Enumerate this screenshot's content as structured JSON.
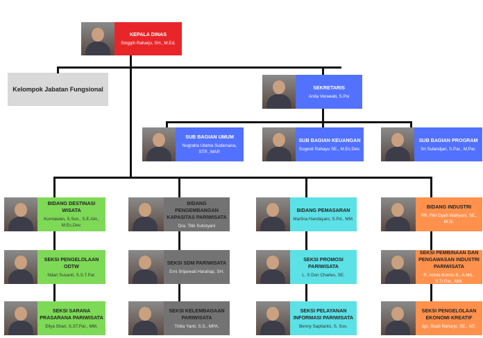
{
  "colors": {
    "kepala": "#e8262a",
    "sekretariat": "#5271ff",
    "destinasi": "#7ed957",
    "pengembangan": "#737373",
    "pemasaran": "#5ce1e6",
    "industri": "#ff914d",
    "fungsional": "#d9d9d9"
  },
  "kepala": {
    "title": "KEPALA DINAS",
    "name": "Singgih Raharjo, SH., M.Ed."
  },
  "fungsional": {
    "title": "Kelompok Jabatan Fungsional"
  },
  "sekretaris": {
    "title": "SEKRETARIS",
    "name": "Anita Verawati, S.Psi"
  },
  "sub_bagian": [
    {
      "title": "SUB BAGIAN UMUM",
      "name": "Nugraha Utama Sudarsana, STP., MAP."
    },
    {
      "title": "SUB BAGIAN KEUANGAN",
      "name": "Sugesti Rahayu SE., M.Ec.Dev."
    },
    {
      "title": "SUB BAGIAN PROGRAM",
      "name": "Sri Sulandjari, S.Par., M.Par."
    }
  ],
  "bidang": [
    {
      "units": [
        {
          "title": "BIDANG DESTINASI WISATA",
          "name": "Kurniawan, S.Sos., S.E.Akt., M.Ec.Dev."
        },
        {
          "title": "SEKSI PENGELOLAAN ODTW",
          "name": "Ndari Susanti, S.S.T.Par."
        },
        {
          "title": "SEKSI SARANA PRASARANA PARIWISATA",
          "name": "Ellya Shari, S.ST.Par., MM."
        }
      ]
    },
    {
      "units": [
        {
          "title": "BIDANG PENGEMBANGAN KAPASITAS PARIWISATA",
          "name": "Dra. Titik Sulistyani"
        },
        {
          "title": "SEKSI SDM PARIWISATA",
          "name": "Erni Srijarwati Harahap, SH."
        },
        {
          "title": "SEKSI KELEMBAGAAN PARIWISATA",
          "name": "Trilita Yanti, S.S., MPA."
        }
      ]
    },
    {
      "units": [
        {
          "title": "BIDANG PEMASARAN",
          "name": "Marlina Handayani, S.Pd., MM."
        },
        {
          "title": "SEKSI PROMOSI PARIWISATA",
          "name": "L. S Don Charles, SE."
        },
        {
          "title": "SEKSI PELAYANAN INFORMASI PARIWISATA",
          "name": "Benny Saptianto, S. Sos."
        }
      ]
    },
    {
      "units": [
        {
          "title": "BIDANG INDUSTRI",
          "name": "RR. Fitri Dyah Wahyuni, SE., M.Si."
        },
        {
          "title": "SEKSI PEMBINAAN DAN PENGAWASAN INDUSTRI PARIWISATA",
          "name": "R. Arinta Kurnia B., A.Md., S.Tr.Par., MM."
        },
        {
          "title": "SEKSI PENGELOLAAN EKONOMI KREATIF",
          "name": "Ign. Riadi Raharjo, SE., MT."
        }
      ]
    }
  ]
}
